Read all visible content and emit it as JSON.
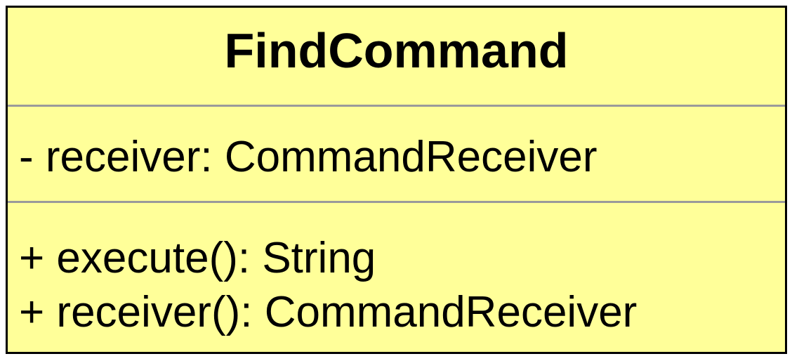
{
  "uml_class": {
    "name": "FindCommand",
    "attributes": [
      "- receiver: CommandReceiver"
    ],
    "operations": [
      "+ execute(): String",
      "+ receiver(): CommandReceiver"
    ]
  },
  "colors": {
    "class_fill": "#ffff99",
    "border": "#000000",
    "divider": "#9a9a9a",
    "text": "#000000"
  }
}
